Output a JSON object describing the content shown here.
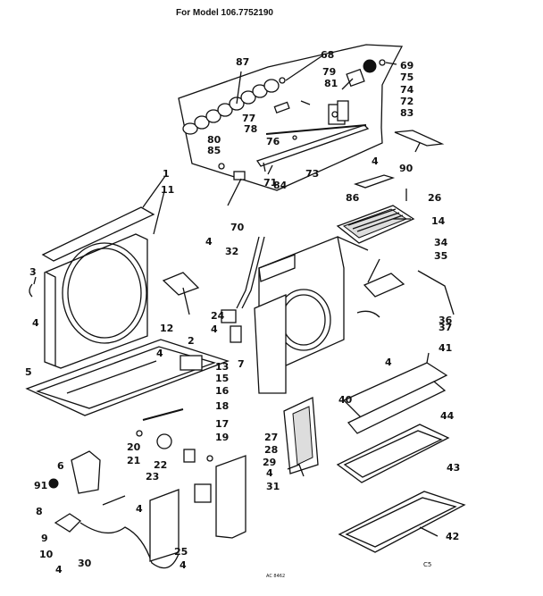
{
  "title": "For Model 106.7752190",
  "code_ac": "AC 8462",
  "code_c5": "C5",
  "labels": {
    "l1": "1",
    "l2": "2",
    "l3": "3",
    "l4a": "4",
    "l4b": "4",
    "l4c": "4",
    "l4d": "4",
    "l4e": "4",
    "l4f": "4",
    "l4g": "4",
    "l4h": "4",
    "l4i": "4",
    "l4j": "4",
    "l5": "5",
    "l6": "6",
    "l7": "7",
    "l8": "8",
    "l9": "9",
    "l10": "10",
    "l11": "11",
    "l12": "12",
    "l13": "13",
    "l14": "14",
    "l15": "15",
    "l16": "16",
    "l17": "17",
    "l18": "18",
    "l19": "19",
    "l20": "20",
    "l21": "21",
    "l22": "22",
    "l23": "23",
    "l24": "24",
    "l25": "25",
    "l26": "26",
    "l27": "27",
    "l28": "28",
    "l29": "29",
    "l30": "30",
    "l31": "31",
    "l32": "32",
    "l34": "34",
    "l35": "35",
    "l36": "36",
    "l37": "37",
    "l40": "40",
    "l41": "41",
    "l42": "42",
    "l43": "43",
    "l44": "44",
    "l68": "68",
    "l69": "69",
    "l70": "70",
    "l71": "71",
    "l72": "72",
    "l73": "73",
    "l74": "74",
    "l75": "75",
    "l76": "76",
    "l77": "77",
    "l78": "78",
    "l79": "79",
    "l80": "80",
    "l81": "81",
    "l83": "83",
    "l84": "84",
    "l85": "85",
    "l86": "86",
    "l87": "87",
    "l90": "90",
    "l91": "91"
  }
}
